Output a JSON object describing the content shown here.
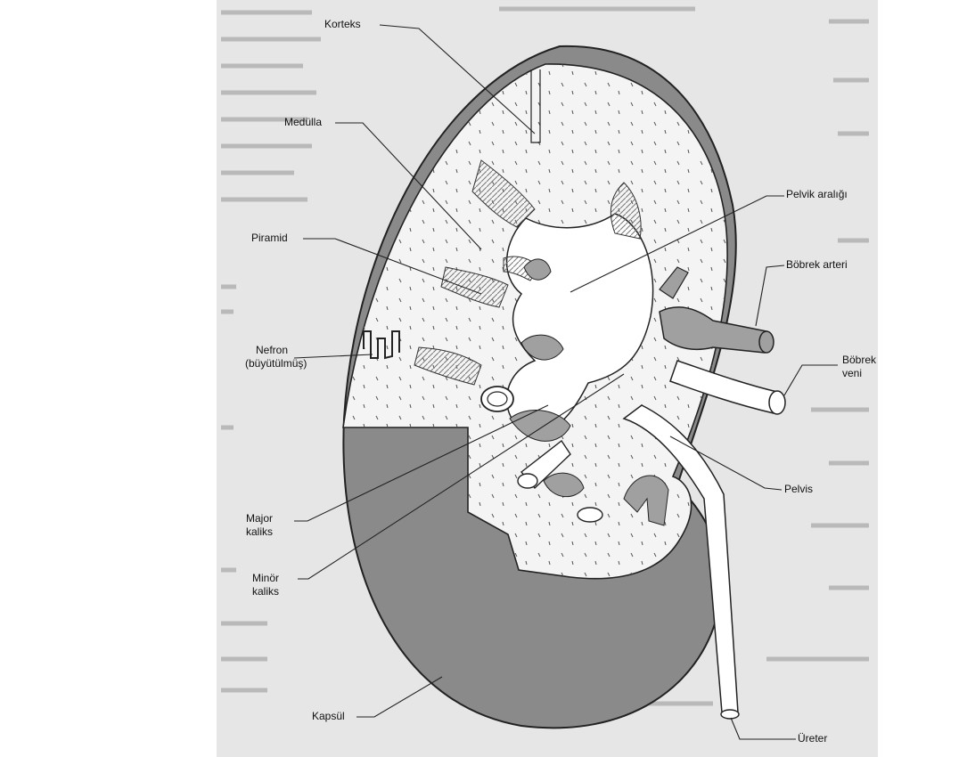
{
  "colors": {
    "page_background": "#ffffff",
    "scan_background": "#e6e6e6",
    "capsule_fill": "#8a8a8a",
    "tissue_fill": "#f4f4f4",
    "vessel_fill": "#a0a0a0",
    "line": "#222222"
  },
  "labels": {
    "korteks": "Korteks",
    "medulla": "Medülla",
    "piramid": "Piramid",
    "nefron_line1": "Nefron",
    "nefron_line2": "(büyütülmüş)",
    "major_line1": "Major",
    "major_line2": "kaliks",
    "minor_line1": "Minör",
    "minor_line2": "kaliks",
    "kapsul": "Kapsül",
    "pelvik_aralik": "Pelvik aralığı",
    "bobrek_arteri": "Böbrek arteri",
    "bobrek_veni_line1": "Böbrek",
    "bobrek_veni_line2": "veni",
    "pelvis": "Pelvis",
    "ureter": "Üreter"
  }
}
